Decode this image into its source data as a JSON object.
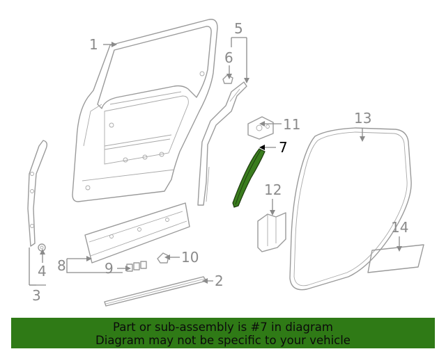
{
  "callouts": [
    {
      "id": "1",
      "label": "1"
    },
    {
      "id": "2",
      "label": "2"
    },
    {
      "id": "3",
      "label": "3"
    },
    {
      "id": "4",
      "label": "4"
    },
    {
      "id": "5",
      "label": "5"
    },
    {
      "id": "6",
      "label": "6"
    },
    {
      "id": "7",
      "label": "7",
      "highlighted": true
    },
    {
      "id": "8",
      "label": "8"
    },
    {
      "id": "9",
      "label": "9"
    },
    {
      "id": "10",
      "label": "10"
    },
    {
      "id": "11",
      "label": "11"
    },
    {
      "id": "12",
      "label": "12"
    },
    {
      "id": "13",
      "label": "13"
    },
    {
      "id": "14",
      "label": "14"
    }
  ],
  "highlighted_part": "7",
  "colors": {
    "highlight_part": "#3a7d1e",
    "banner_background": "#2f7a16",
    "line_art": "#9a9a9a"
  },
  "banner": {
    "line1": "Part or sub-assembly is #7 in diagram",
    "line2": "Diagram may not be specific to your vehicle"
  }
}
